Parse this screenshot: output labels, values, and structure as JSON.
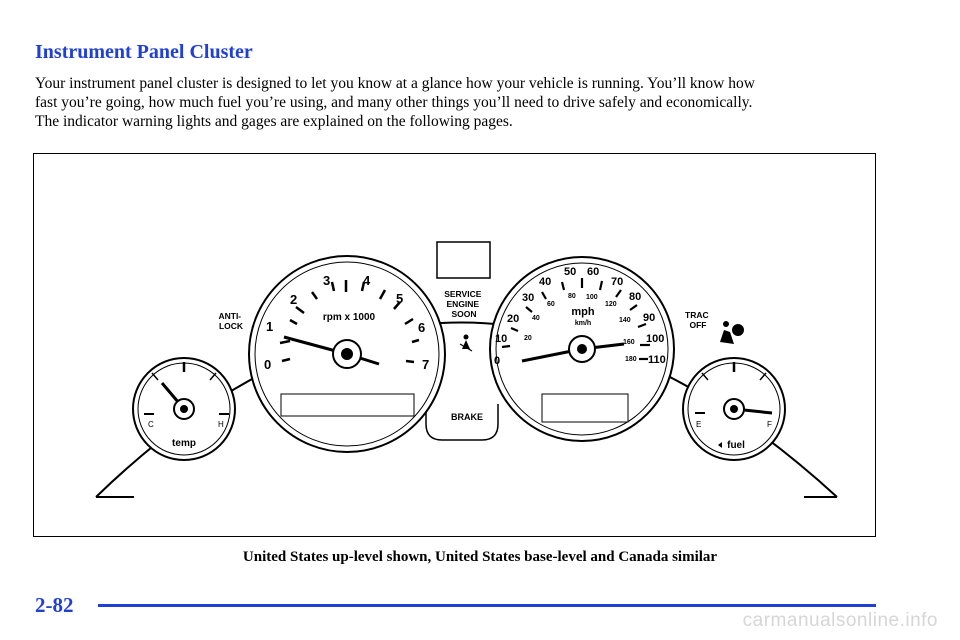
{
  "page": {
    "title": "Instrument Panel Cluster",
    "intro_lines": [
      "Your instrument panel cluster is designed to let you know at a glance how your vehicle is running. You’ll know how",
      "fast you’re going, how much fuel you’re using, and many other things you’ll need to drive safely and economically.",
      "The indicator warning lights and gages are explained on the following pages."
    ],
    "caption": "United States up-level shown, United States base-level and Canada similar",
    "page_number": "2-82",
    "watermark": "carmanualsonline.info"
  },
  "cluster": {
    "temp_gauge": {
      "label": "temp",
      "low": "C",
      "high": "H"
    },
    "tachometer": {
      "label": "rpm x 1000",
      "numbers": [
        "0",
        "1",
        "2",
        "3",
        "4",
        "5",
        "6",
        "7"
      ]
    },
    "speedometer": {
      "mph_label": "mph",
      "kmh_label": "km/h",
      "mph_numbers": [
        "0",
        "10",
        "20",
        "30",
        "40",
        "50",
        "60",
        "70",
        "80",
        "90",
        "100",
        "110"
      ],
      "kmh_numbers": [
        "20",
        "40",
        "60",
        "80",
        "100",
        "120",
        "140",
        "160",
        "180"
      ]
    },
    "fuel_gauge": {
      "label": "fuel",
      "empty": "E",
      "full": "F"
    },
    "indicators": {
      "anti_lock": [
        "ANTI-",
        "LOCK"
      ],
      "service_engine_soon": [
        "SERVICE",
        "ENGINE",
        "SOON"
      ],
      "brake": "BRAKE",
      "trac_off": [
        "TRAC",
        "OFF"
      ]
    }
  }
}
